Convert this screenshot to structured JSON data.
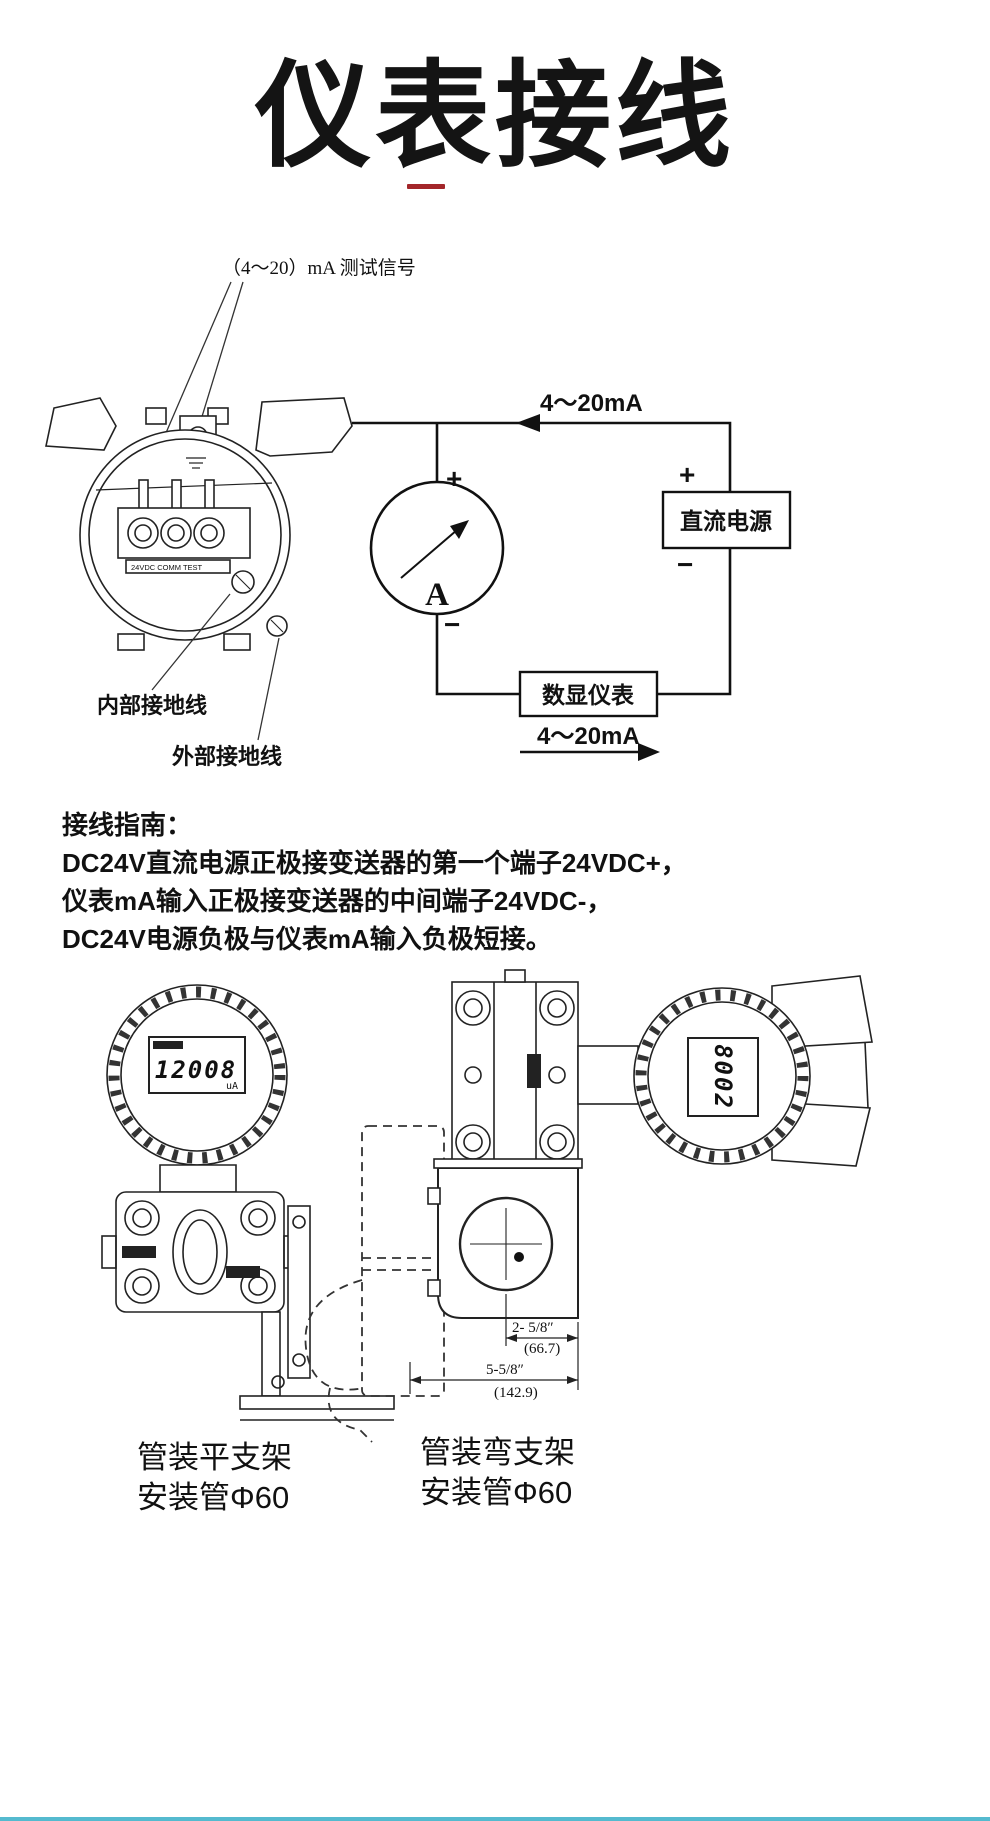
{
  "header": {
    "title": "仪表接线",
    "accent_color": "#a3262a"
  },
  "wiring": {
    "test_signal_label": "（4～20）mA 测试信号",
    "loop_label_top": "4～20mA",
    "loop_label_bottom": "4～20mA",
    "plus_sign": "+",
    "minus_sign": "−",
    "ammeter_letter": "A",
    "dc_supply_label": "直流电源",
    "digital_meter_label": "数显仪表",
    "internal_ground_label": "内部接地线",
    "external_ground_label": "外部接地线",
    "terminal_marking": "24VDC COMM TEST"
  },
  "guide": {
    "heading": "接线指南：",
    "lines": [
      "DC24V直流电源正极接变送器的第一个端子24VDC+，",
      "仪表mA输入正极接变送器的中间端子24VDC-，",
      "DC24V电源负极与仪表mA输入负极短接。"
    ]
  },
  "mounting": {
    "left_display_value": "12008",
    "left_display_unit": "uA",
    "right_display_value": "8002",
    "dim_small_inches": "2- 5/8″",
    "dim_small_mm": "(66.7)",
    "dim_large_inches": "5-5/8″",
    "dim_large_mm": "(142.9)",
    "left_caption_line1": "管装平支架",
    "left_caption_line2": "安装管Φ60",
    "right_caption_line1": "管装弯支架",
    "right_caption_line2": "安装管Φ60"
  }
}
